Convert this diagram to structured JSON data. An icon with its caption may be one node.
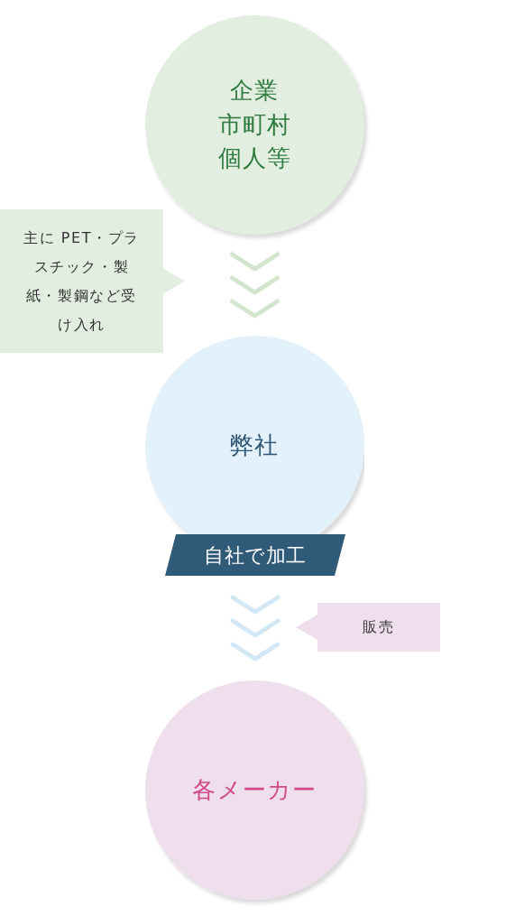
{
  "diagram": {
    "nodes": [
      {
        "text": [
          "企業",
          "市町村",
          "個人等"
        ]
      },
      {
        "text": [
          "主に PET・プラスチック・製紙・製鋼など受け入れ"
        ]
      },
      {
        "text": [
          "弊社"
        ]
      },
      {
        "text": [
          "自社で加工"
        ]
      },
      {
        "text": [
          "販売"
        ]
      },
      {
        "text": [
          "各メーカー"
        ]
      }
    ],
    "edges": [
      {
        "from": 0,
        "to": 2,
        "arrow": "to",
        "color": "#d3e6cd"
      },
      {
        "from": 3,
        "to": 5,
        "arrow": "to",
        "color": "#d3e7f4"
      }
    ]
  }
}
